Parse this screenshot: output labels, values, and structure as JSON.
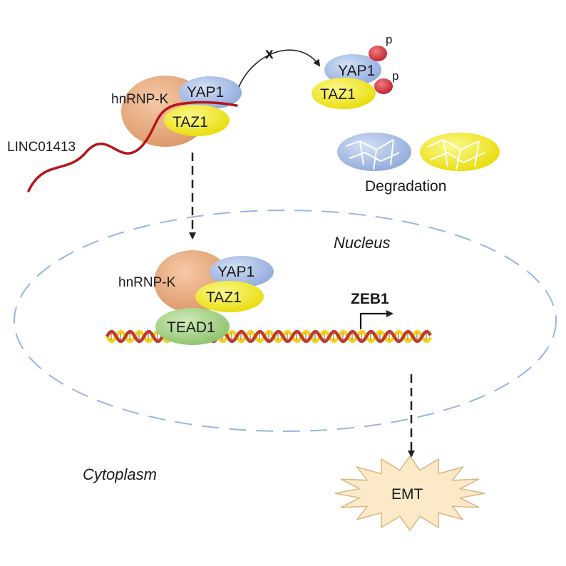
{
  "labels": {
    "hnrnpk_top": "hnRNP-K",
    "yap1_top": "YAP1",
    "taz1_top": "TAZ1",
    "linc": "LINC01413",
    "blocked_mark": "x",
    "yap1_phos": "YAP1",
    "taz1_phos": "TAZ1",
    "phos_1": "p",
    "phos_2": "p",
    "degradation": "Degradation",
    "nucleus": "Nucleus",
    "hnrnpk_nuc": "hnRNP-K",
    "yap1_nuc": "YAP1",
    "taz1_nuc": "TAZ1",
    "tead1": "TEAD1",
    "zeb1": "ZEB1",
    "cytoplasm": "Cytoplasm",
    "emt": "EMT"
  },
  "colors": {
    "hnrnpk": "#e6a77c",
    "yap1": "#a9bfe6",
    "taz1": "#f2ee1e",
    "tead1": "#a9d68c",
    "phospho": "#d8323a",
    "rna": "#b3161c",
    "nucleus_border": "#9ab4e2",
    "dna_red": "#c0392b",
    "dna_yellow": "#f1d21a",
    "emt_fill": "#fbe9c8"
  }
}
